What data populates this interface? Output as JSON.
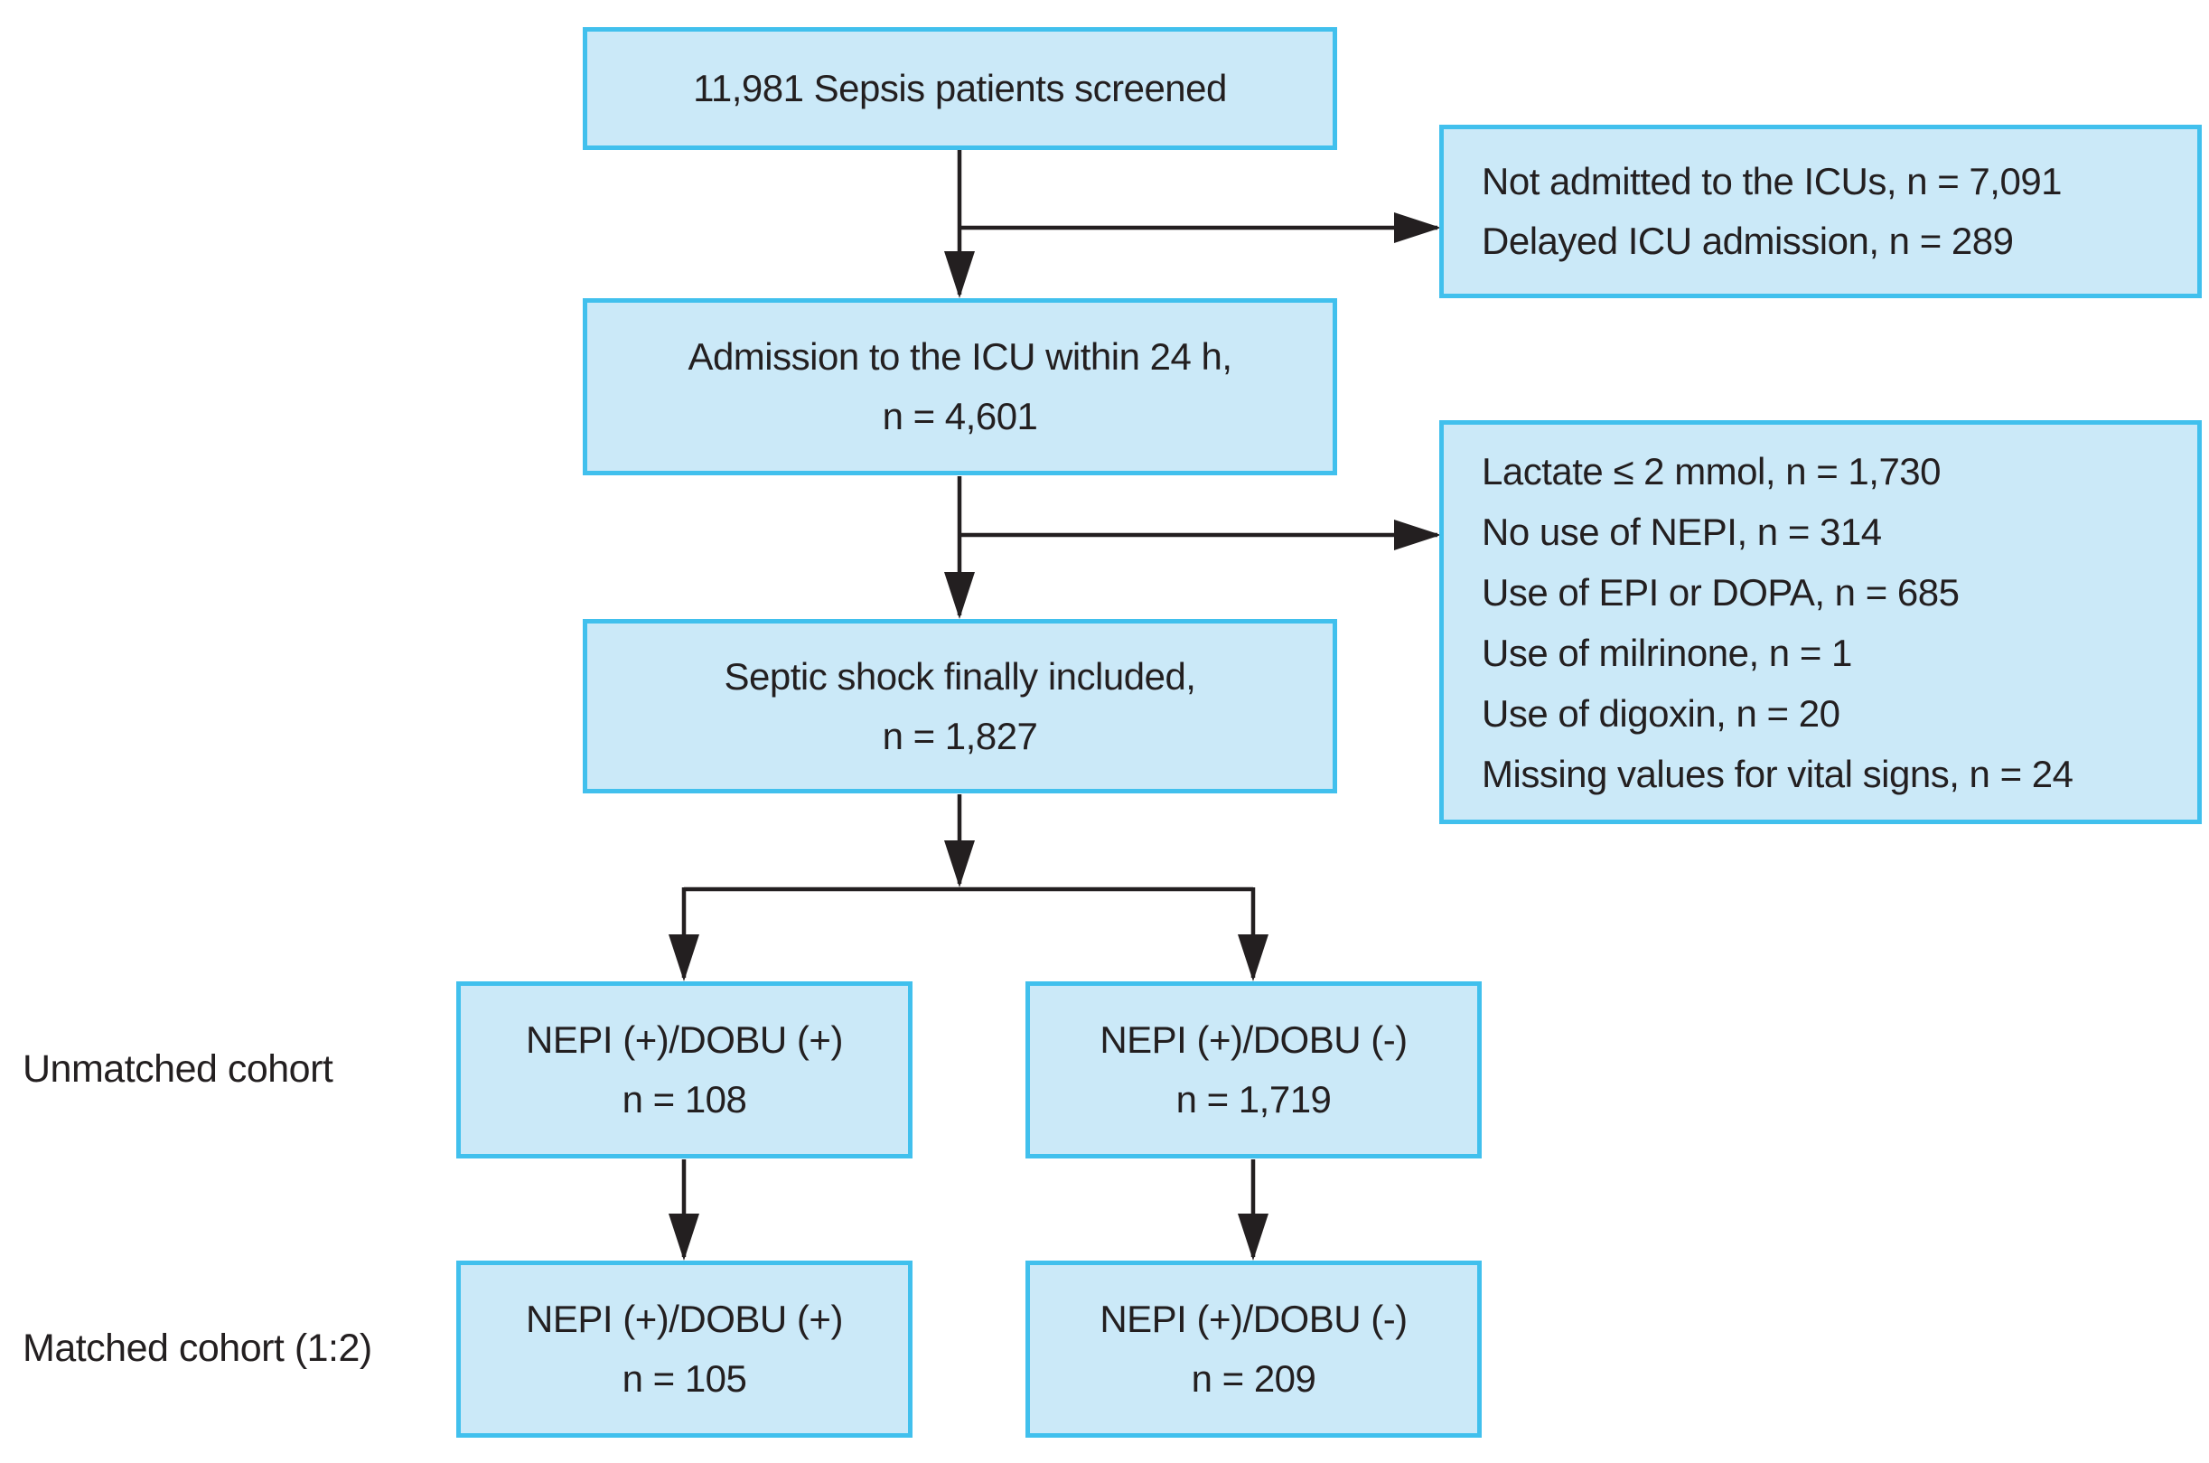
{
  "colors": {
    "box_fill": "#cbe9f8",
    "box_border": "#41c0ed",
    "line": "#231f20",
    "text": "#231f20",
    "background": "#ffffff"
  },
  "diagram": {
    "type": "patient-flow-chart",
    "boxes": {
      "screened": {
        "lines": [
          "11,981 Sepsis patients screened"
        ]
      },
      "admission": {
        "lines": [
          "Admission to the ICU within 24 h,",
          "n = 4,601"
        ]
      },
      "exclusion1": {
        "lines": [
          "Not admitted to the ICUs, n = 7,091",
          "Delayed ICU admission, n = 289"
        ]
      },
      "septic_shock": {
        "lines": [
          "Septic shock finally included,",
          "n = 1,827"
        ]
      },
      "exclusion2": {
        "lines": [
          "Lactate ≤ 2 mmol, n = 1,730",
          "No use of NEPI, n = 314",
          "Use of EPI or DOPA, n = 685",
          "Use of milrinone, n = 1",
          "Use of digoxin, n = 20",
          "Missing values for vital signs, n = 24"
        ]
      },
      "unmatched_dobu_pos": {
        "lines": [
          "NEPI (+)/DOBU (+)",
          "n = 108"
        ]
      },
      "unmatched_dobu_neg": {
        "lines": [
          "NEPI (+)/DOBU (-)",
          "n = 1,719"
        ]
      },
      "matched_dobu_pos": {
        "lines": [
          "NEPI (+)/DOBU (+)",
          "n = 105"
        ]
      },
      "matched_dobu_neg": {
        "lines": [
          "NEPI (+)/DOBU (-)",
          "n = 209"
        ]
      }
    },
    "row_labels": {
      "unmatched": "Unmatched cohort",
      "matched": "Matched cohort (1:2)"
    }
  }
}
